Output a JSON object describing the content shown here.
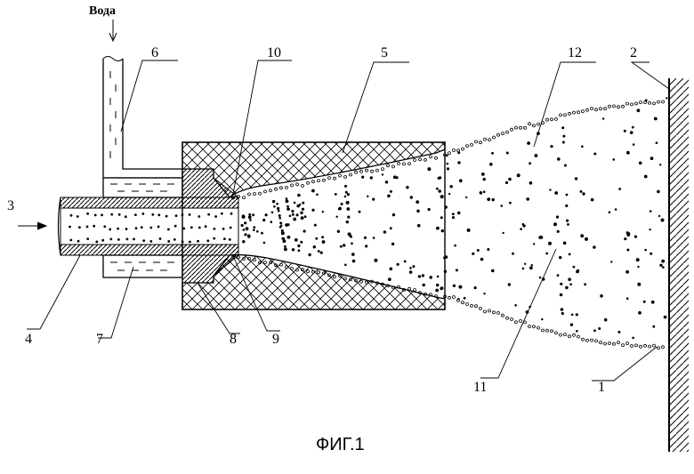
{
  "inlet_label": "Вода",
  "caption": "ФИГ.1",
  "callouts": {
    "c1": "1",
    "c2": "2",
    "c3": "3",
    "c4": "4",
    "c5": "5",
    "c6": "6",
    "c7": "7",
    "c8": "8",
    "c9": "9",
    "c10": "10",
    "c11": "11",
    "c12": "12"
  },
  "colors": {
    "ink": "#000000",
    "paper": "#ffffff"
  }
}
